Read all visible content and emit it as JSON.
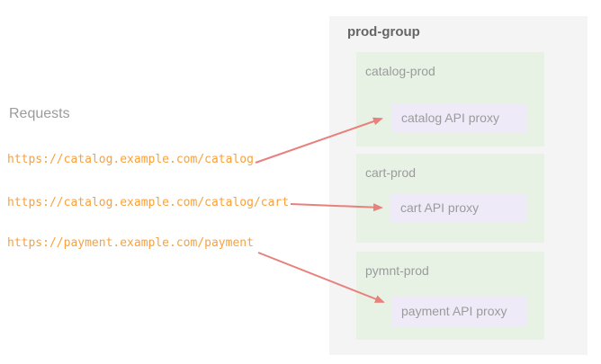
{
  "left": {
    "title": "Requests",
    "urls": [
      "https://catalog.example.com/catalog",
      "https://catalog.example.com/catalog/cart",
      "https://payment.example.com/payment"
    ]
  },
  "panel": {
    "title": "prod-group",
    "environments": [
      {
        "name": "catalog-prod",
        "proxy": "catalog API proxy"
      },
      {
        "name": "cart-prod",
        "proxy": "cart API proxy"
      },
      {
        "name": "pymnt-prod",
        "proxy": "payment API proxy"
      }
    ]
  },
  "arrows": [
    {
      "from": "https://catalog.example.com/catalog",
      "to": "catalog API proxy"
    },
    {
      "from": "https://catalog.example.com/catalog/cart",
      "to": "cart API proxy"
    },
    {
      "from": "https://payment.example.com/payment",
      "to": "payment API proxy"
    }
  ],
  "colors": {
    "panel_bg": "#f4f4f4",
    "environment_bg": "#e7f2e5",
    "proxy_bg": "#efeaf7",
    "arrow": "#e8807c",
    "url_text": "#f9a13c",
    "label_text": "#9b9b9b",
    "panel_title_text": "#666666"
  }
}
